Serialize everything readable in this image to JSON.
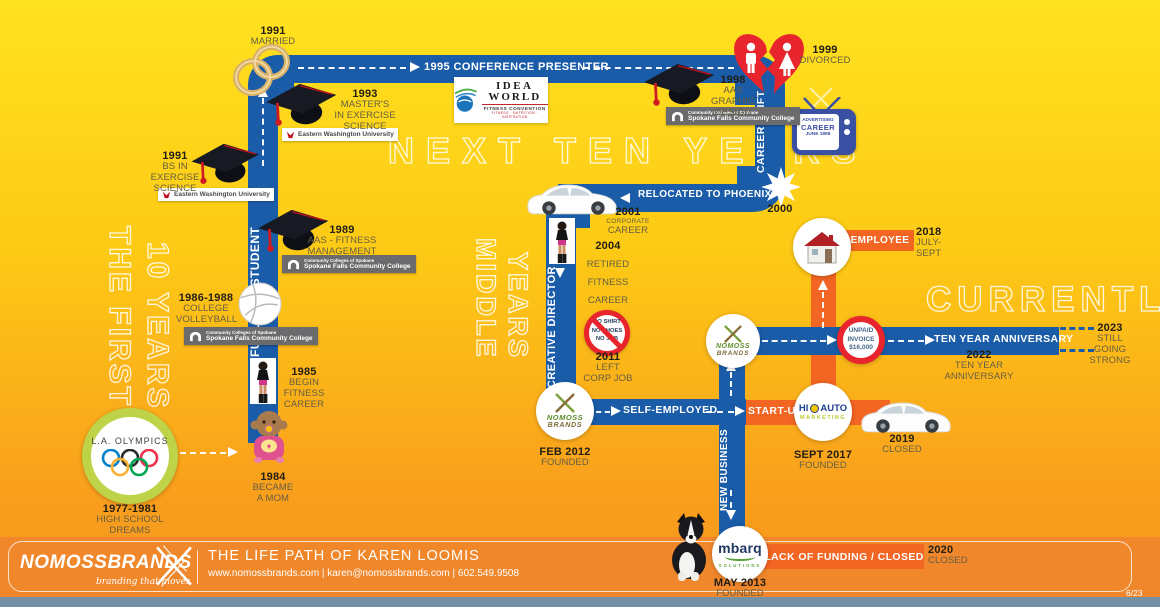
{
  "watermarks": {
    "first_col1": "THE FIRST",
    "first_col2": "10 YEARS",
    "next": "NEXT TEN YEARS",
    "middle_col1": "MIDDLE",
    "middle_col2": "YEARS",
    "currently": "CURRENTLY"
  },
  "paths": {
    "full_time_student": "FULL-TIME STUDENT",
    "conference_presenter": "1995 CONFERENCE PRESENTER",
    "career_shift": "CAREER SHIFT",
    "relocated": "RELOCATED TO PHOENIX",
    "creative_director": "CREATIVE DIRECTOR",
    "self_employed": "SELF-EMPLOYED",
    "new_business": "NEW BUSINESS",
    "start_up": "START-UP",
    "ten_year_anniversary": "TEN YEAR ANNIVERSARY",
    "employee": "EMPLOYEE",
    "lack_of_funding": "LACK OF FUNDING / CLOSED"
  },
  "milestones": {
    "married": {
      "year": "1991",
      "label": "MARRIED"
    },
    "masters": {
      "year": "1993",
      "label": "MASTER'S\nIN EXERCISE\nSCIENCE"
    },
    "bs": {
      "year": "1991",
      "label": "BS IN\nEXERCISE\nSCIENCE"
    },
    "aas_fitness": {
      "year": "1989",
      "label": "AAS - FITNESS\nMANAGEMENT"
    },
    "volleyball": {
      "year": "1986-1988",
      "label": "COLLEGE\nVOLLEYBALL"
    },
    "begin_fitness": {
      "year": "1985",
      "label": "BEGIN\nFITNESS\nCAREER"
    },
    "mom": {
      "year": "1984",
      "label": "BECAME\nA MOM"
    },
    "high_school": {
      "year": "1977-1981",
      "label": "HIGH SCHOOL\nDREAMS"
    },
    "graphic_design": {
      "year": "1998",
      "label": "AAS\nGRAPHIC\nDESIGN"
    },
    "divorced": {
      "year": "1999",
      "label": "DIVORCED"
    },
    "phoenix": {
      "year": "2000"
    },
    "corporate": {
      "year": "2001",
      "label1": "CORPORATE",
      "label2": "CAREER"
    },
    "retired": {
      "year": "2004",
      "label": "RETIRED FITNESS CAREER"
    },
    "left_corp": {
      "year": "2011",
      "label": "LEFT\nCORP JOB"
    },
    "nomoss_founded": {
      "year": "FEB 2012",
      "label": "FOUNDED"
    },
    "hiauto_founded": {
      "year": "SEPT 2017",
      "label": "FOUNDED"
    },
    "car_closed": {
      "year": "2019",
      "label": "CLOSED"
    },
    "mbarq_founded": {
      "year": "MAY 2013",
      "label": "FOUNDED"
    },
    "funding_closed": {
      "year": "2020",
      "label": "CLOSED"
    },
    "employee_dates": {
      "year": "2018",
      "label": "JULY-SEPT"
    },
    "anniversary": {
      "year": "2022",
      "label": "TEN YEAR\nANNIVERSARY"
    },
    "still_going": {
      "year": "2023",
      "label": "STILL GOING\nSTRONG"
    }
  },
  "badges": {
    "olympics": "L.A. OLYMPICS",
    "no_sign": "NO SHIRT\nNO SHOES\nNO JOB",
    "unpaid_invoice": "UNPAID\nINVOICE\n$16,000",
    "tv_line1": "ADVERTISING",
    "tv_line2": "CAREER",
    "tv_line3": "JUNE 1998"
  },
  "institutions": {
    "ewu": "Eastern Washington University",
    "ccs_line1": "Community Colleges of Spokane",
    "ccs_line2": "Spokane Falls Community College"
  },
  "logos": {
    "idea": {
      "line1": "IDEA",
      "line2": "WORLD",
      "line3": "FITNESS CONVENTION",
      "line4": "FITNESS · NUTRITION · INSPIRATION"
    },
    "nomoss": {
      "line1": "nomoss",
      "line2": "brands"
    },
    "hiauto": {
      "hi": "HI",
      "auto": "AUTO",
      "marketing": "MARKETING"
    },
    "mbarq": {
      "name": "mbarq",
      "sub": "SOLUTIONS"
    }
  },
  "footer": {
    "brand1": "NOMOSS",
    "brand2": "BRANDS",
    "tagline": "branding that moves",
    "title": "THE LIFE PATH OF KAREN LOOMIS",
    "contact": "www.nomossbrands.com  | karen@nomossbrands.com  |  602.549.9508",
    "page": "6/23"
  },
  "colors": {
    "path_blue": "#1a5ca8",
    "accent_orange": "#f26522",
    "alert_red": "#e8242c",
    "olympic_ring_green": "#bfd348"
  }
}
